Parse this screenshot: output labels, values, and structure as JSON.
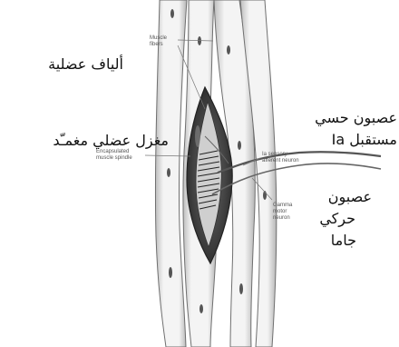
{
  "labels_en": {
    "muscle_fibers": [
      "Muscle",
      "fibers"
    ],
    "spindle": [
      "Encapsulated",
      "muscle spindle"
    ],
    "ia_neuron": [
      "Ia sensory",
      "afferent neuron"
    ],
    "gamma": [
      "Gamma",
      "motor",
      "neuron"
    ]
  },
  "labels_ar": {
    "muscle_fibers": "ألياف عضلية",
    "spindle": "مغزل عضلي مغمـّد",
    "ia_neuron_1": "عصبون حسي",
    "ia_neuron_2": "مستقبل Ia",
    "gamma_1": "عصبون",
    "gamma_2": "حركي",
    "gamma_3": "جاما"
  },
  "colors": {
    "fiber_stroke": "#6f6f6f",
    "fiber_fill": "#f2f2f2",
    "capsule_fill": "#3a3a3a",
    "nerve": "#555555"
  }
}
